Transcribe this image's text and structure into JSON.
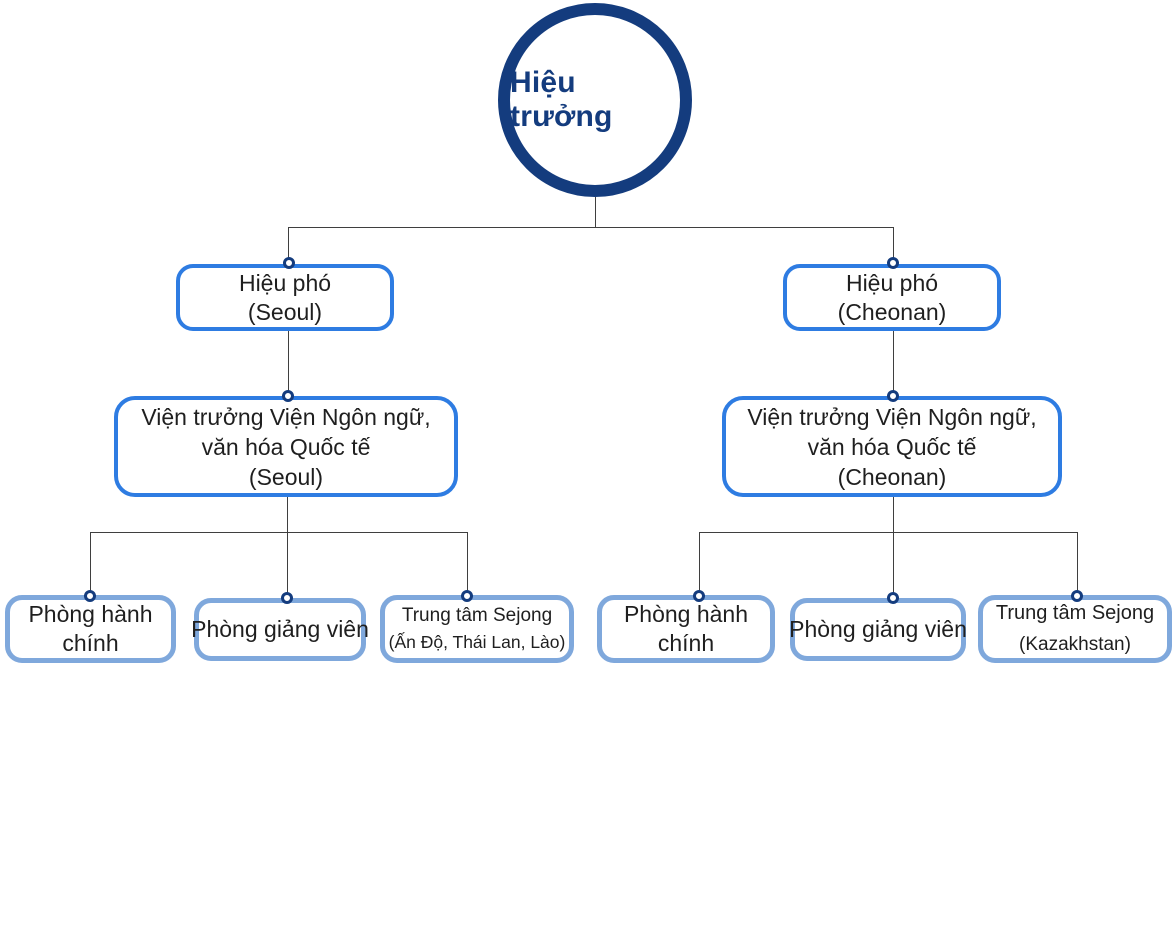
{
  "page": {
    "background": "#ffffff"
  },
  "palette": {
    "navy": "#143c7e",
    "bright_blue": "#2e7ce2",
    "light_blue": "#7fa8dc",
    "line": "#3f3f3f",
    "text": "#1f1f1f"
  },
  "org": {
    "root": {
      "label": "Hiệu trưởng"
    },
    "branches": [
      {
        "vice_principal": {
          "lines": [
            "Hiệu phó",
            "(Seoul)"
          ]
        },
        "institute_director": {
          "lines": [
            "Viện trưởng Viện Ngôn ngữ,",
            "văn hóa Quốc tế",
            "(Seoul)"
          ]
        },
        "departments": [
          {
            "lines": [
              "Phòng hành",
              "chính"
            ]
          },
          {
            "lines": [
              "Phòng giảng viên"
            ]
          },
          {
            "lines": [
              "Trung tâm Sejong",
              "(Ấn Độ, Thái Lan, Lào)"
            ]
          }
        ]
      },
      {
        "vice_principal": {
          "lines": [
            "Hiệu phó",
            "(Cheonan)"
          ]
        },
        "institute_director": {
          "lines": [
            "Viện trưởng Viện Ngôn ngữ,",
            "văn hóa Quốc tế",
            "(Cheonan)"
          ]
        },
        "departments": [
          {
            "lines": [
              "Phòng hành",
              "chính"
            ]
          },
          {
            "lines": [
              "Phòng giảng viên"
            ]
          },
          {
            "lines": [
              "Trung tâm Sejong",
              "(Kazakhstan)"
            ]
          }
        ]
      }
    ]
  }
}
